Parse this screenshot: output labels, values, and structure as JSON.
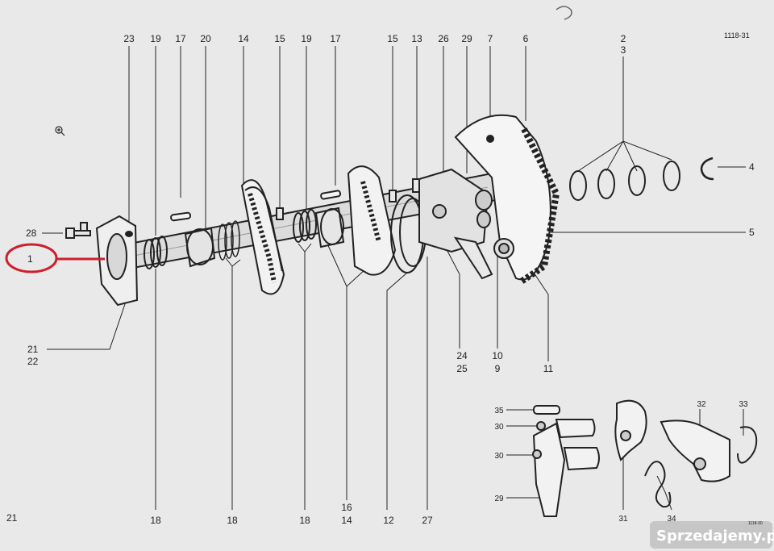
{
  "figure": {
    "drawing_code": "1118-31",
    "page_number": "21",
    "detail_code": "1118-30",
    "watermark": "Sprzedajemy.pl",
    "highlight_color": "#cc1f2d",
    "ink_color": "#222222",
    "paper_color": "#e9e9e9"
  },
  "labels_top": [
    "23",
    "19",
    "17",
    "20",
    "14",
    "15",
    "19",
    "17",
    "15",
    "13",
    "26",
    "29",
    "7",
    "6",
    "2",
    "3"
  ],
  "labels_bottom": [
    "18",
    "18",
    "18",
    "16",
    "14",
    "12",
    "27",
    "24",
    "25",
    "10",
    "9",
    "11"
  ],
  "labels_side": [
    "28",
    "1",
    "21",
    "22",
    "4",
    "5"
  ],
  "labels_inset": [
    "35",
    "30",
    "30",
    "29",
    "31",
    "32",
    "33",
    "34"
  ],
  "icons": [
    "magnifier-icon"
  ]
}
